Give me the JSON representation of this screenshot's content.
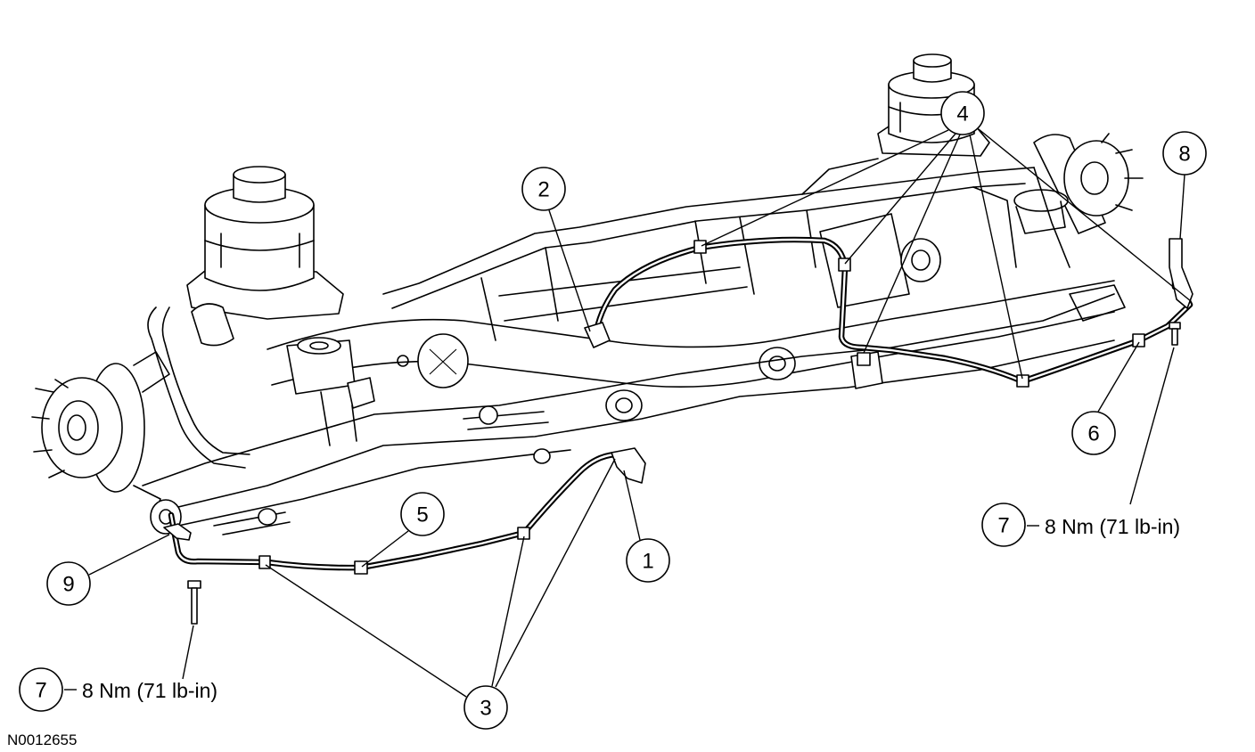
{
  "figure_id": "N0012655",
  "callouts": [
    {
      "number": "1"
    },
    {
      "number": "2"
    },
    {
      "number": "3"
    },
    {
      "number": "4"
    },
    {
      "number": "5"
    },
    {
      "number": "6"
    },
    {
      "number": "7"
    },
    {
      "number": "7"
    },
    {
      "number": "8"
    },
    {
      "number": "9"
    }
  ],
  "torque_labels": {
    "right": "8 Nm (71 lb-in)",
    "left": "8 Nm (71 lb-in)"
  }
}
